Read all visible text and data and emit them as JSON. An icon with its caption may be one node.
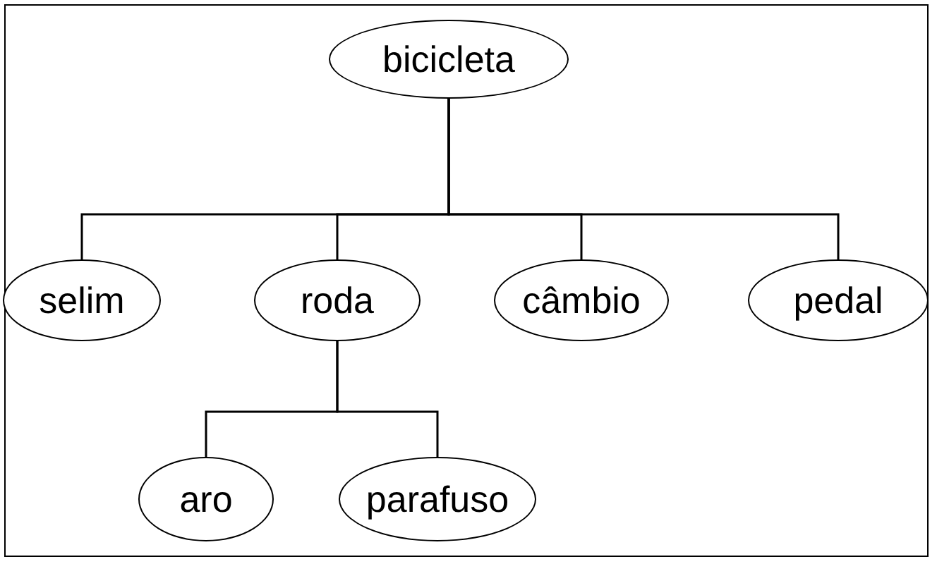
{
  "diagram": {
    "nodes": [
      {
        "text": [
          "bicicleta"
        ]
      },
      {
        "text": [
          "selim"
        ]
      },
      {
        "text": [
          "roda"
        ]
      },
      {
        "text": [
          "câmbio"
        ]
      },
      {
        "text": [
          "pedal"
        ]
      },
      {
        "text": [
          "aro"
        ]
      },
      {
        "text": [
          "parafuso"
        ]
      }
    ],
    "edges": [
      {
        "from": 0,
        "to": 1,
        "arrow": "none"
      },
      {
        "from": 0,
        "to": 2,
        "arrow": "none"
      },
      {
        "from": 0,
        "to": 3,
        "arrow": "none"
      },
      {
        "from": 0,
        "to": 4,
        "arrow": "none"
      },
      {
        "from": 2,
        "to": 5,
        "arrow": "none"
      },
      {
        "from": 2,
        "to": 6,
        "arrow": "none"
      }
    ]
  }
}
